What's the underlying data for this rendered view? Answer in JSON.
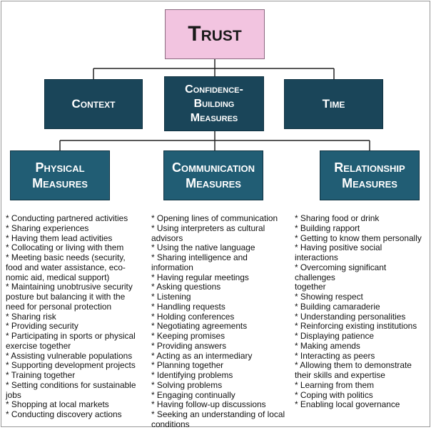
{
  "root": {
    "label": "Trust"
  },
  "level1": [
    {
      "label": "Context"
    },
    {
      "label": "Confidence-Building Measures",
      "lines": [
        "Confidence-",
        "Building",
        "Measures"
      ]
    },
    {
      "label": "Time"
    }
  ],
  "level2": [
    {
      "lines": [
        "Physical",
        "Measures"
      ]
    },
    {
      "lines": [
        "Communication",
        "Measures"
      ]
    },
    {
      "lines": [
        "Relationship",
        "Measures"
      ]
    }
  ],
  "lists": {
    "physical": [
      "* Conducting partnered activities",
      "* Sharing experiences",
      "* Having them lead activities",
      "* Collocating or living with them",
      "* Meeting basic needs (security,",
      "food and water assistance, eco-",
      "nomic aid, medical support)",
      "* Maintaining unobtrusive security",
      "posture but balancing it with the",
      "need for personal protection",
      "* Sharing risk",
      "* Providing security",
      "* Participating in sports or physical",
      "exercise together",
      "* Assisting vulnerable populations",
      "* Supporting development projects",
      "* Training together",
      "* Setting conditions for sustainable",
      "jobs",
      "* Shopping at local markets",
      "* Conducting discovery actions"
    ],
    "communication": [
      "* Opening lines of communication",
      "* Using interpreters as cultural",
      "advisors",
      "* Using the native language",
      "* Sharing intelligence and information",
      "* Having regular meetings",
      "* Asking questions",
      "* Listening",
      "* Handling requests",
      "* Holding conferences",
      "* Negotiating agreements",
      "* Keeping promises",
      "* Providing answers",
      "* Acting as an intermediary",
      "* Planning together",
      "* Identifying problems",
      "* Solving problems",
      "* Engaging continually",
      "* Having follow-up discussions",
      "* Seeking an understanding of local",
      "conditions"
    ],
    "relationship": [
      "* Sharing food or drink",
      "* Building rapport",
      "* Getting to know them personally",
      "* Having positive social interactions",
      "* Overcoming significant challenges",
      "together",
      "* Showing respect",
      "* Building camaraderie",
      "* Understanding personalities",
      "* Reinforcing existing institutions",
      "* Displaying patience",
      "* Making amends",
      "* Interacting as peers",
      "* Allowing them to demonstrate",
      "their skills and expertise",
      "* Learning from them",
      "* Coping with politics",
      "* Enabling local governance"
    ]
  },
  "colors": {
    "root_fill": "#f2c4e0",
    "level1_fill": "#1a4559",
    "level2_fill": "#215d74",
    "connector": "#222222"
  }
}
